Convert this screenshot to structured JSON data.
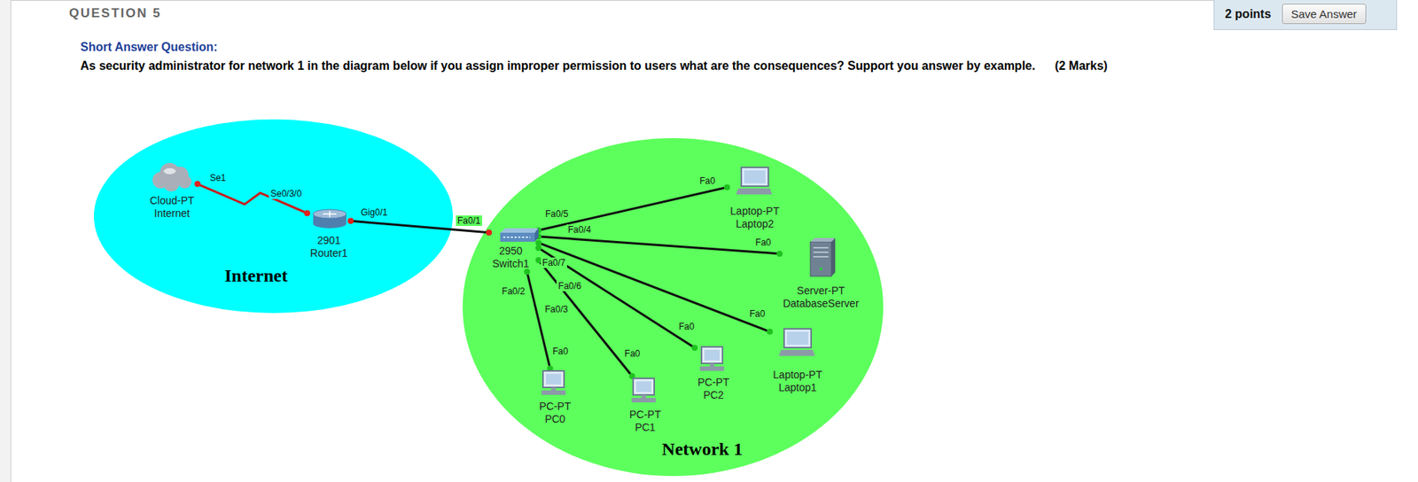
{
  "diagram": {
    "nodes": [
      {
        "text": [
          "Internet"
        ]
      },
      {
        "text": [
          "Cloud-PT Internet"
        ],
        "in": 0
      },
      {
        "text": [
          "2901 Router1"
        ],
        "in": 0
      },
      {
        "text": [
          "Network 1"
        ]
      },
      {
        "text": [
          "2950 Switch1"
        ],
        "in": 3
      },
      {
        "text": [
          "Laptop-PT Laptop2"
        ],
        "in": 3
      },
      {
        "text": [
          "Server-PT DatabaseServer"
        ],
        "in": 3
      },
      {
        "text": [
          "Laptop-PT Laptop1"
        ],
        "in": 3
      },
      {
        "text": [
          "PC-PT PC2"
        ],
        "in": 3
      },
      {
        "text": [
          "PC-PT PC1"
        ],
        "in": 3
      },
      {
        "text": [
          "PC-PT PC0"
        ],
        "in": 3
      }
    ],
    "edges": [
      {
        "from": 1,
        "to": 2,
        "arrow": "none"
      },
      {
        "from": 2,
        "to": 4,
        "arrow": "none"
      },
      {
        "from": 4,
        "to": 5,
        "arrow": "none"
      },
      {
        "from": 4,
        "to": 6,
        "arrow": "none"
      },
      {
        "from": 4,
        "to": 7,
        "arrow": "none"
      },
      {
        "from": 4,
        "to": 8,
        "arrow": "none"
      },
      {
        "from": 4,
        "to": 9,
        "arrow": "none"
      },
      {
        "from": 4,
        "to": 10,
        "arrow": "none"
      }
    ],
    "labels": [
      "QUESTION 5",
      "2 points",
      "Save Answer",
      "Short Answer Question:",
      "As security administrator for network 1 in the diagram below if you assign improper permission to users what are the consequences? Support you answer by example.",
      "(2 Marks)",
      "Se1",
      "Se0/3/0",
      "Gig0/1",
      "Fa0/1",
      "Fa0/5",
      "Fa0",
      "Fa0/4",
      "Fa0",
      "Fa0/7",
      "Fa0",
      "Fa0/6",
      "Fa0",
      "Fa0/3",
      "Fa0",
      "Fa0/2",
      "Fa0"
    ]
  }
}
